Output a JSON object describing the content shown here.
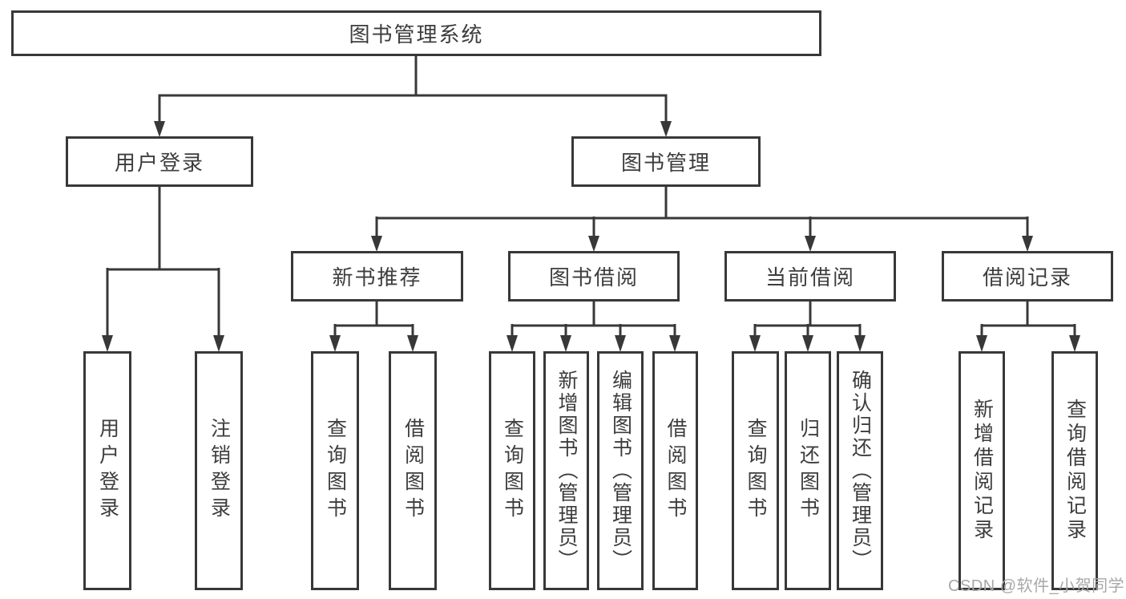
{
  "diagram": {
    "root": {
      "label": "图书管理系统"
    },
    "level2": {
      "user_login": {
        "label": "用户登录"
      },
      "book_mgmt": {
        "label": "图书管理"
      }
    },
    "level3": {
      "new_book": {
        "label": "新书推荐"
      },
      "book_borrow": {
        "label": "图书借阅"
      },
      "current_borrow": {
        "label": "当前借阅"
      },
      "borrow_records": {
        "label": "借阅记录"
      }
    },
    "leaves": {
      "login": {
        "label": "用户登录"
      },
      "logout": {
        "label": "注销登录"
      },
      "newbook_query": {
        "label": "查询图书"
      },
      "newbook_borrow": {
        "label": "借阅图书"
      },
      "borrow_query": {
        "label": "查询图书"
      },
      "borrow_add": {
        "label": "新增图书（管理员）"
      },
      "borrow_edit": {
        "label": "编辑图书（管理员）"
      },
      "borrow_borrow": {
        "label": "借阅图书"
      },
      "current_query": {
        "label": "查询图书"
      },
      "current_return": {
        "label": "归还图书"
      },
      "current_confirm": {
        "label": "确认归还（管理员）"
      },
      "records_add": {
        "label": "新增借阅记录"
      },
      "records_query": {
        "label": "查询借阅记录"
      }
    }
  },
  "watermark": {
    "text": "CSDN @软件_小贺同学"
  },
  "colors": {
    "line": "#383838",
    "text": "#3d3d3d",
    "watermark": "#a8a8a8",
    "background": "#ffffff"
  }
}
